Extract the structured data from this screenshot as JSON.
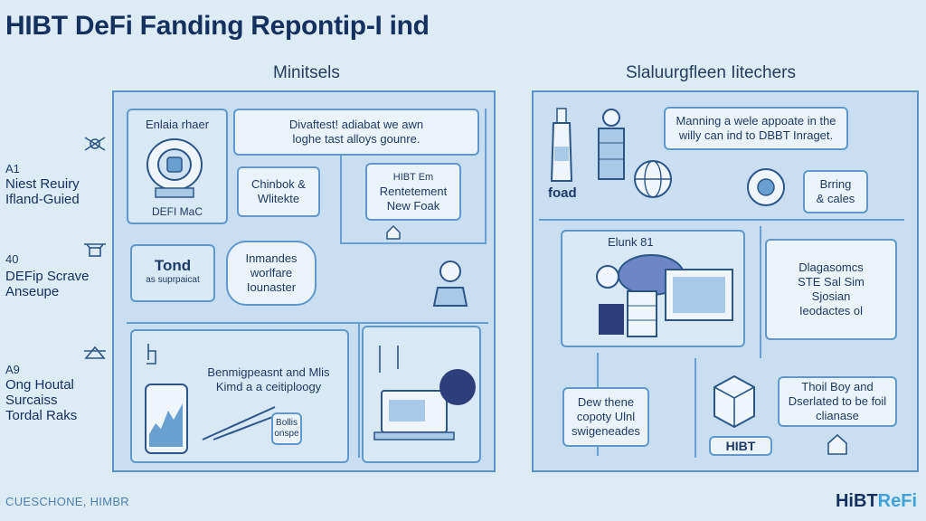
{
  "title": "HIBT DeFi Fanding Repontip-I ind",
  "left_column_title": "Minitsels",
  "right_column_title": "Slaluurgfleen Iitechers",
  "side_labels": [
    {
      "num": "A1",
      "lines": [
        "Niest Reuiry",
        "Ifland-Guied"
      ]
    },
    {
      "num": "40",
      "lines": [
        "DEFip Scrave",
        "Anseupe"
      ]
    },
    {
      "num": "A9",
      "lines": [
        "Ong Houtal",
        "Surcaiss",
        "Tordal Raks"
      ]
    }
  ],
  "left_panel": {
    "top_left_label": "Enlaia rhaer",
    "top_right_text": [
      "Divaftest! adiabat we awn",
      "loghe tast alloys gounre."
    ],
    "vault_caption": "DEFI MaC",
    "chinbok": [
      "Chinbok &",
      "Wlitekte"
    ],
    "hibt_box": [
      "HIBT Em",
      "Rentetement",
      "New Foak"
    ],
    "tond_box": [
      "Tond",
      "as suprpaicat"
    ],
    "mid_text": [
      "Inmandes",
      "worlfare",
      "Iounaster"
    ],
    "bottom_text": [
      "Benmigpeasnt and Mlis",
      "Kimd a a ceitiploogy"
    ],
    "chart_tag": [
      "Bollis",
      "onspe"
    ]
  },
  "right_panel": {
    "top_text": [
      "Manning a wele appoate in the",
      "willy can ind to DBBT Inraget."
    ],
    "foad_label": "foad",
    "bring_box": [
      "Brring",
      "& cales"
    ],
    "elunk_label": "Elunk 81",
    "side_box": [
      "Dlagasomcs",
      "STE Sal Sim",
      "Sjosian",
      "Ieodactes ol"
    ],
    "dew_box": [
      "Dew thene",
      "copoty Ulnl",
      "swigeneades"
    ],
    "thoil_box": [
      "Thoil Boy and",
      "Dserlated to be foil",
      "clianase"
    ],
    "hibt_tag": "HIBT"
  },
  "footer_left": "CUESCHONE, HIMBR",
  "footer_brand": "HiBT",
  "footer_brand_accent": "ReFi"
}
